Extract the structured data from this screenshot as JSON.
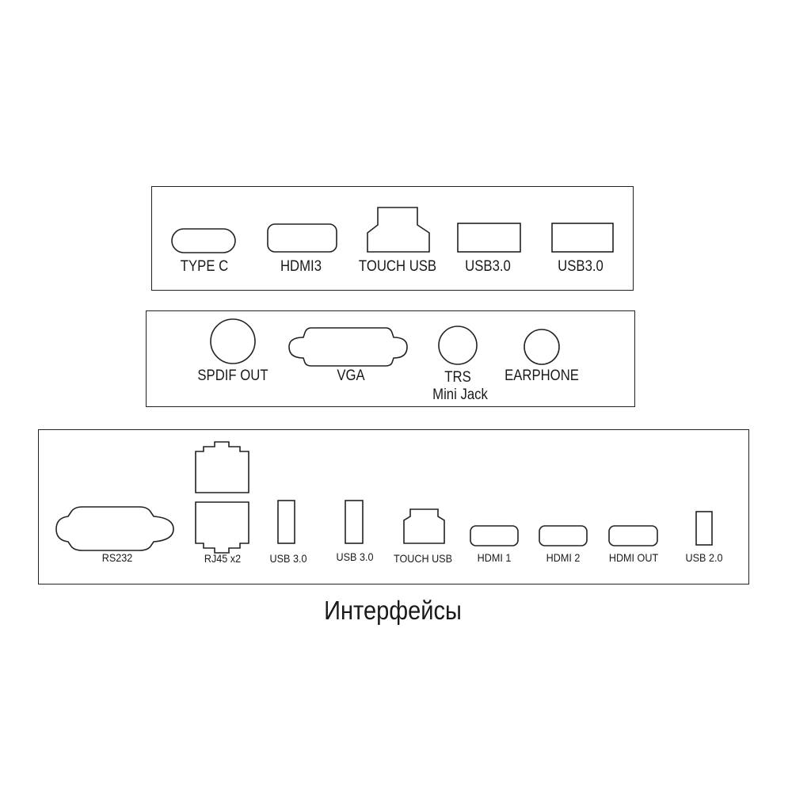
{
  "panel_top": {
    "type_c": "TYPE C",
    "hdmi3": "HDMI3",
    "touch_usb": "TOUCH USB",
    "usb30_a": "USB3.0",
    "usb30_b": "USB3.0"
  },
  "panel_middle": {
    "spdif_out": "SPDIF OUT",
    "vga": "VGA",
    "trs": "TRS",
    "mini_jack": "Mini Jack",
    "earphone": "EARPHONE"
  },
  "panel_bottom": {
    "rs232": "RS232",
    "rj45": "RJ45 x2",
    "usb30_a": "USB 3.0",
    "usb30_b": "USB 3.0",
    "touch_usb": "TOUCH USB",
    "hdmi1": "HDMI 1",
    "hdmi2": "HDMI 2",
    "hdmi_out": "HDMI OUT",
    "usb20": "USB 2.0"
  },
  "caption": "Интерфейсы"
}
